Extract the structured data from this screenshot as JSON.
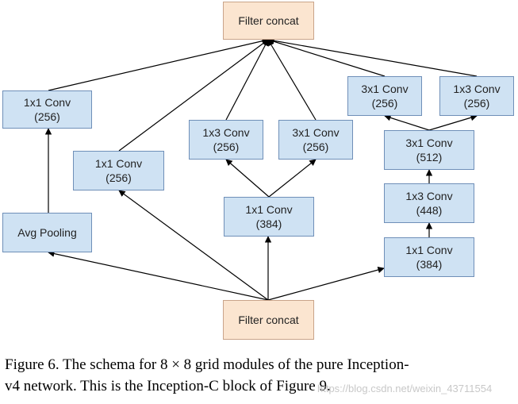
{
  "nodes": {
    "filter_concat_top": {
      "line1": "Filter concat"
    },
    "filter_concat_bottom": {
      "line1": "Filter concat"
    },
    "avg_pooling": {
      "line1": "Avg Pooling"
    },
    "conv_1x1_pool_branch": {
      "line1": "1x1 Conv",
      "line2": "(256)"
    },
    "conv_1x1_direct": {
      "line1": "1x1 Conv",
      "line2": "(256)"
    },
    "conv_1x1_384_mid": {
      "line1": "1x1 Conv",
      "line2": "(384)"
    },
    "conv_1x3_256_mid": {
      "line1": "1x3 Conv",
      "line2": "(256)"
    },
    "conv_3x1_256_mid": {
      "line1": "3x1 Conv",
      "line2": "(256)"
    },
    "conv_1x1_384_right": {
      "line1": "1x1 Conv",
      "line2": "(384)"
    },
    "conv_1x3_448_right": {
      "line1": "1x3 Conv",
      "line2": "(448)"
    },
    "conv_3x1_512_right": {
      "line1": "3x1 Conv",
      "line2": "(512)"
    },
    "conv_3x1_256_right": {
      "line1": "3x1 Conv",
      "line2": "(256)"
    },
    "conv_1x3_256_right": {
      "line1": "1x3 Conv",
      "line2": "(256)"
    }
  },
  "caption": {
    "line1_before": "Figure 6. The schema for ",
    "math": "8 × 8",
    "line1_after": " grid modules of the pure Inception-",
    "line2": "v4 network. This is the Inception-C block of Figure 9."
  },
  "watermark": "https://blog.csdn.net/weixin_43711554",
  "colors": {
    "conv_fill": "#cfe2f3",
    "concat_fill": "#fbe5d0",
    "arrow": "#000000"
  }
}
